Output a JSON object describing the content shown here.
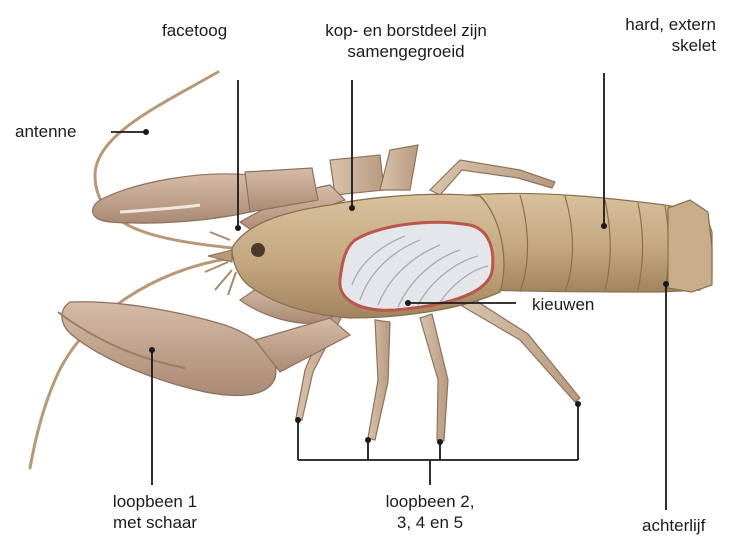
{
  "labels": {
    "facetoog": "facetoog",
    "kop_line1": "kop- en borstdeel zijn",
    "kop_line2": "samengegroeid",
    "hard_line1": "hard, extern",
    "hard_line2": "skelet",
    "antenne": "antenne",
    "kieuwen": "kieuwen",
    "loopbeen1_line1": "loopbeen 1",
    "loopbeen1_line2": "met schaar",
    "loopbeen2_line1": "loopbeen 2,",
    "loopbeen2_line2": "3, 4 en 5",
    "achterlijf": "achterlijf"
  },
  "colors": {
    "body_fill": "#c9b08a",
    "body_dark": "#9c7f5c",
    "body_light": "#dcc8a6",
    "claw_fill": "#c7a892",
    "gill_fill": "#e4e6ea",
    "gill_border": "#b8574a",
    "leader_line": "#1a1a1a"
  }
}
